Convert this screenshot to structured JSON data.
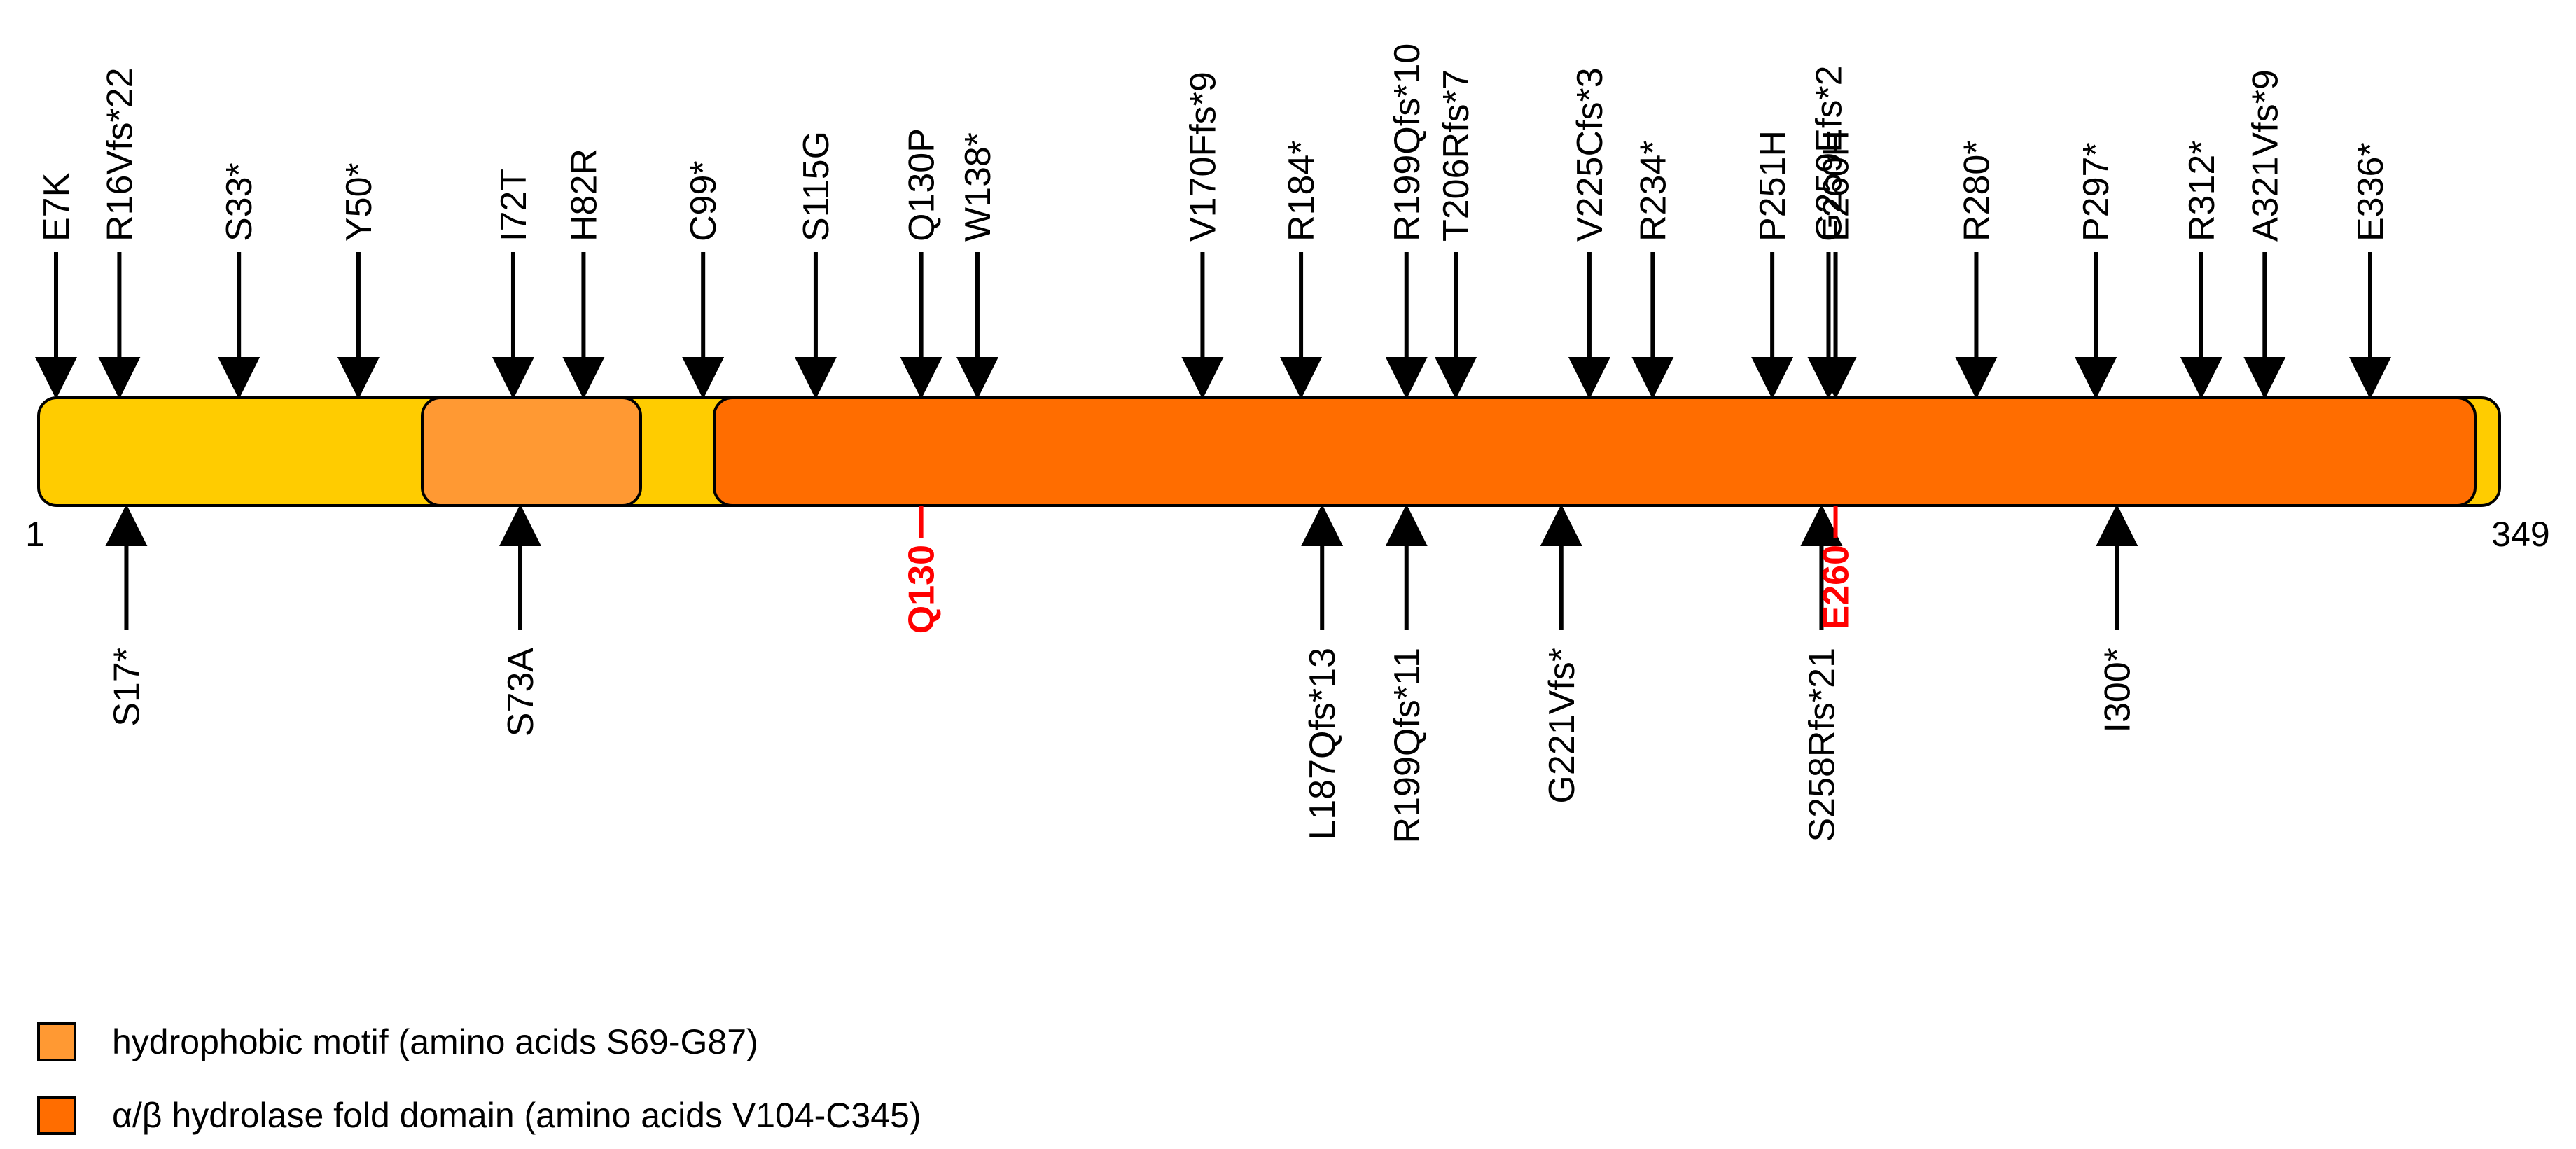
{
  "protein": {
    "start_label": "1",
    "end_label": "349",
    "length": 349
  },
  "colors": {
    "background_bar": "#ffcc00",
    "hydrophobic_motif": "#ff9933",
    "hydrolase_domain": "#ff6d00",
    "arrow": "#000000",
    "highlight": "#ff0000"
  },
  "domains": [
    {
      "name": "hydrophobic-motif",
      "start": 69,
      "end": 87,
      "color": "#ff9933"
    },
    {
      "name": "hydrolase-fold-domain",
      "start": 104,
      "end": 345,
      "color": "#ff6d00"
    }
  ],
  "top_variants": [
    {
      "label": "E7K",
      "pos": 7
    },
    {
      "label": "R16Vfs*22",
      "pos": 16
    },
    {
      "label": "S33*",
      "pos": 33
    },
    {
      "label": "Y50*",
      "pos": 50
    },
    {
      "label": "I72T",
      "pos": 72
    },
    {
      "label": "H82R",
      "pos": 82
    },
    {
      "label": "C99*",
      "pos": 99
    },
    {
      "label": "S115G",
      "pos": 115
    },
    {
      "label": "Q130P",
      "pos": 130
    },
    {
      "label": "W138*",
      "pos": 138
    },
    {
      "label": "V170Ffs*9",
      "pos": 170
    },
    {
      "label": "R184*",
      "pos": 184
    },
    {
      "label": "R199Qfs*10",
      "pos": 199
    },
    {
      "label": "T206Rfs*7",
      "pos": 206
    },
    {
      "label": "V225Cfs*3",
      "pos": 225
    },
    {
      "label": "R234*",
      "pos": 234
    },
    {
      "label": "P251H",
      "pos": 251
    },
    {
      "label": "G259Efs*2",
      "pos": 259
    },
    {
      "label": "E260H",
      "pos": 260
    },
    {
      "label": "R280*",
      "pos": 280
    },
    {
      "label": "P297*",
      "pos": 297
    },
    {
      "label": "R312*",
      "pos": 312
    },
    {
      "label": "A321Vfs*9",
      "pos": 321
    },
    {
      "label": "E336*",
      "pos": 336
    }
  ],
  "bottom_variants": [
    {
      "label": "S17*",
      "pos": 17
    },
    {
      "label": "S73A",
      "pos": 73
    },
    {
      "label": "L187Qfs*13",
      "pos": 187
    },
    {
      "label": "R199Qfs*11",
      "pos": 199
    },
    {
      "label": "G221Vfs*",
      "pos": 221
    },
    {
      "label": "S258Rfs*21",
      "pos": 258
    },
    {
      "label": "I300*",
      "pos": 300
    }
  ],
  "highlighted_residues": [
    {
      "label": "Q130",
      "pos": 130
    },
    {
      "label": "E260",
      "pos": 260
    }
  ],
  "legend": [
    {
      "label": "hydrophobic motif (amino acids S69-G87)",
      "color": "#ff9933"
    },
    {
      "label": "α/β hydrolase fold domain (amino acids V104-C345)",
      "color": "#ff6d00"
    }
  ]
}
